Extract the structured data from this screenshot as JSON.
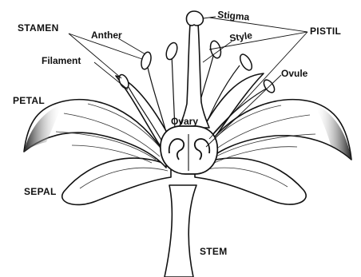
{
  "labels": {
    "stamen": "STAMEN",
    "anther": "Anther",
    "filament": "Filament",
    "petal": "PETAL",
    "sepal": "SEPAL",
    "stigma": "Stigma",
    "style": "Style",
    "pistil": "PISTIL",
    "ovule": "Ovule",
    "ovary": "Ovary",
    "stem": "STEM"
  },
  "colors": {
    "ink": "#111111",
    "fill": "#ffffff",
    "shade": "#333333"
  }
}
